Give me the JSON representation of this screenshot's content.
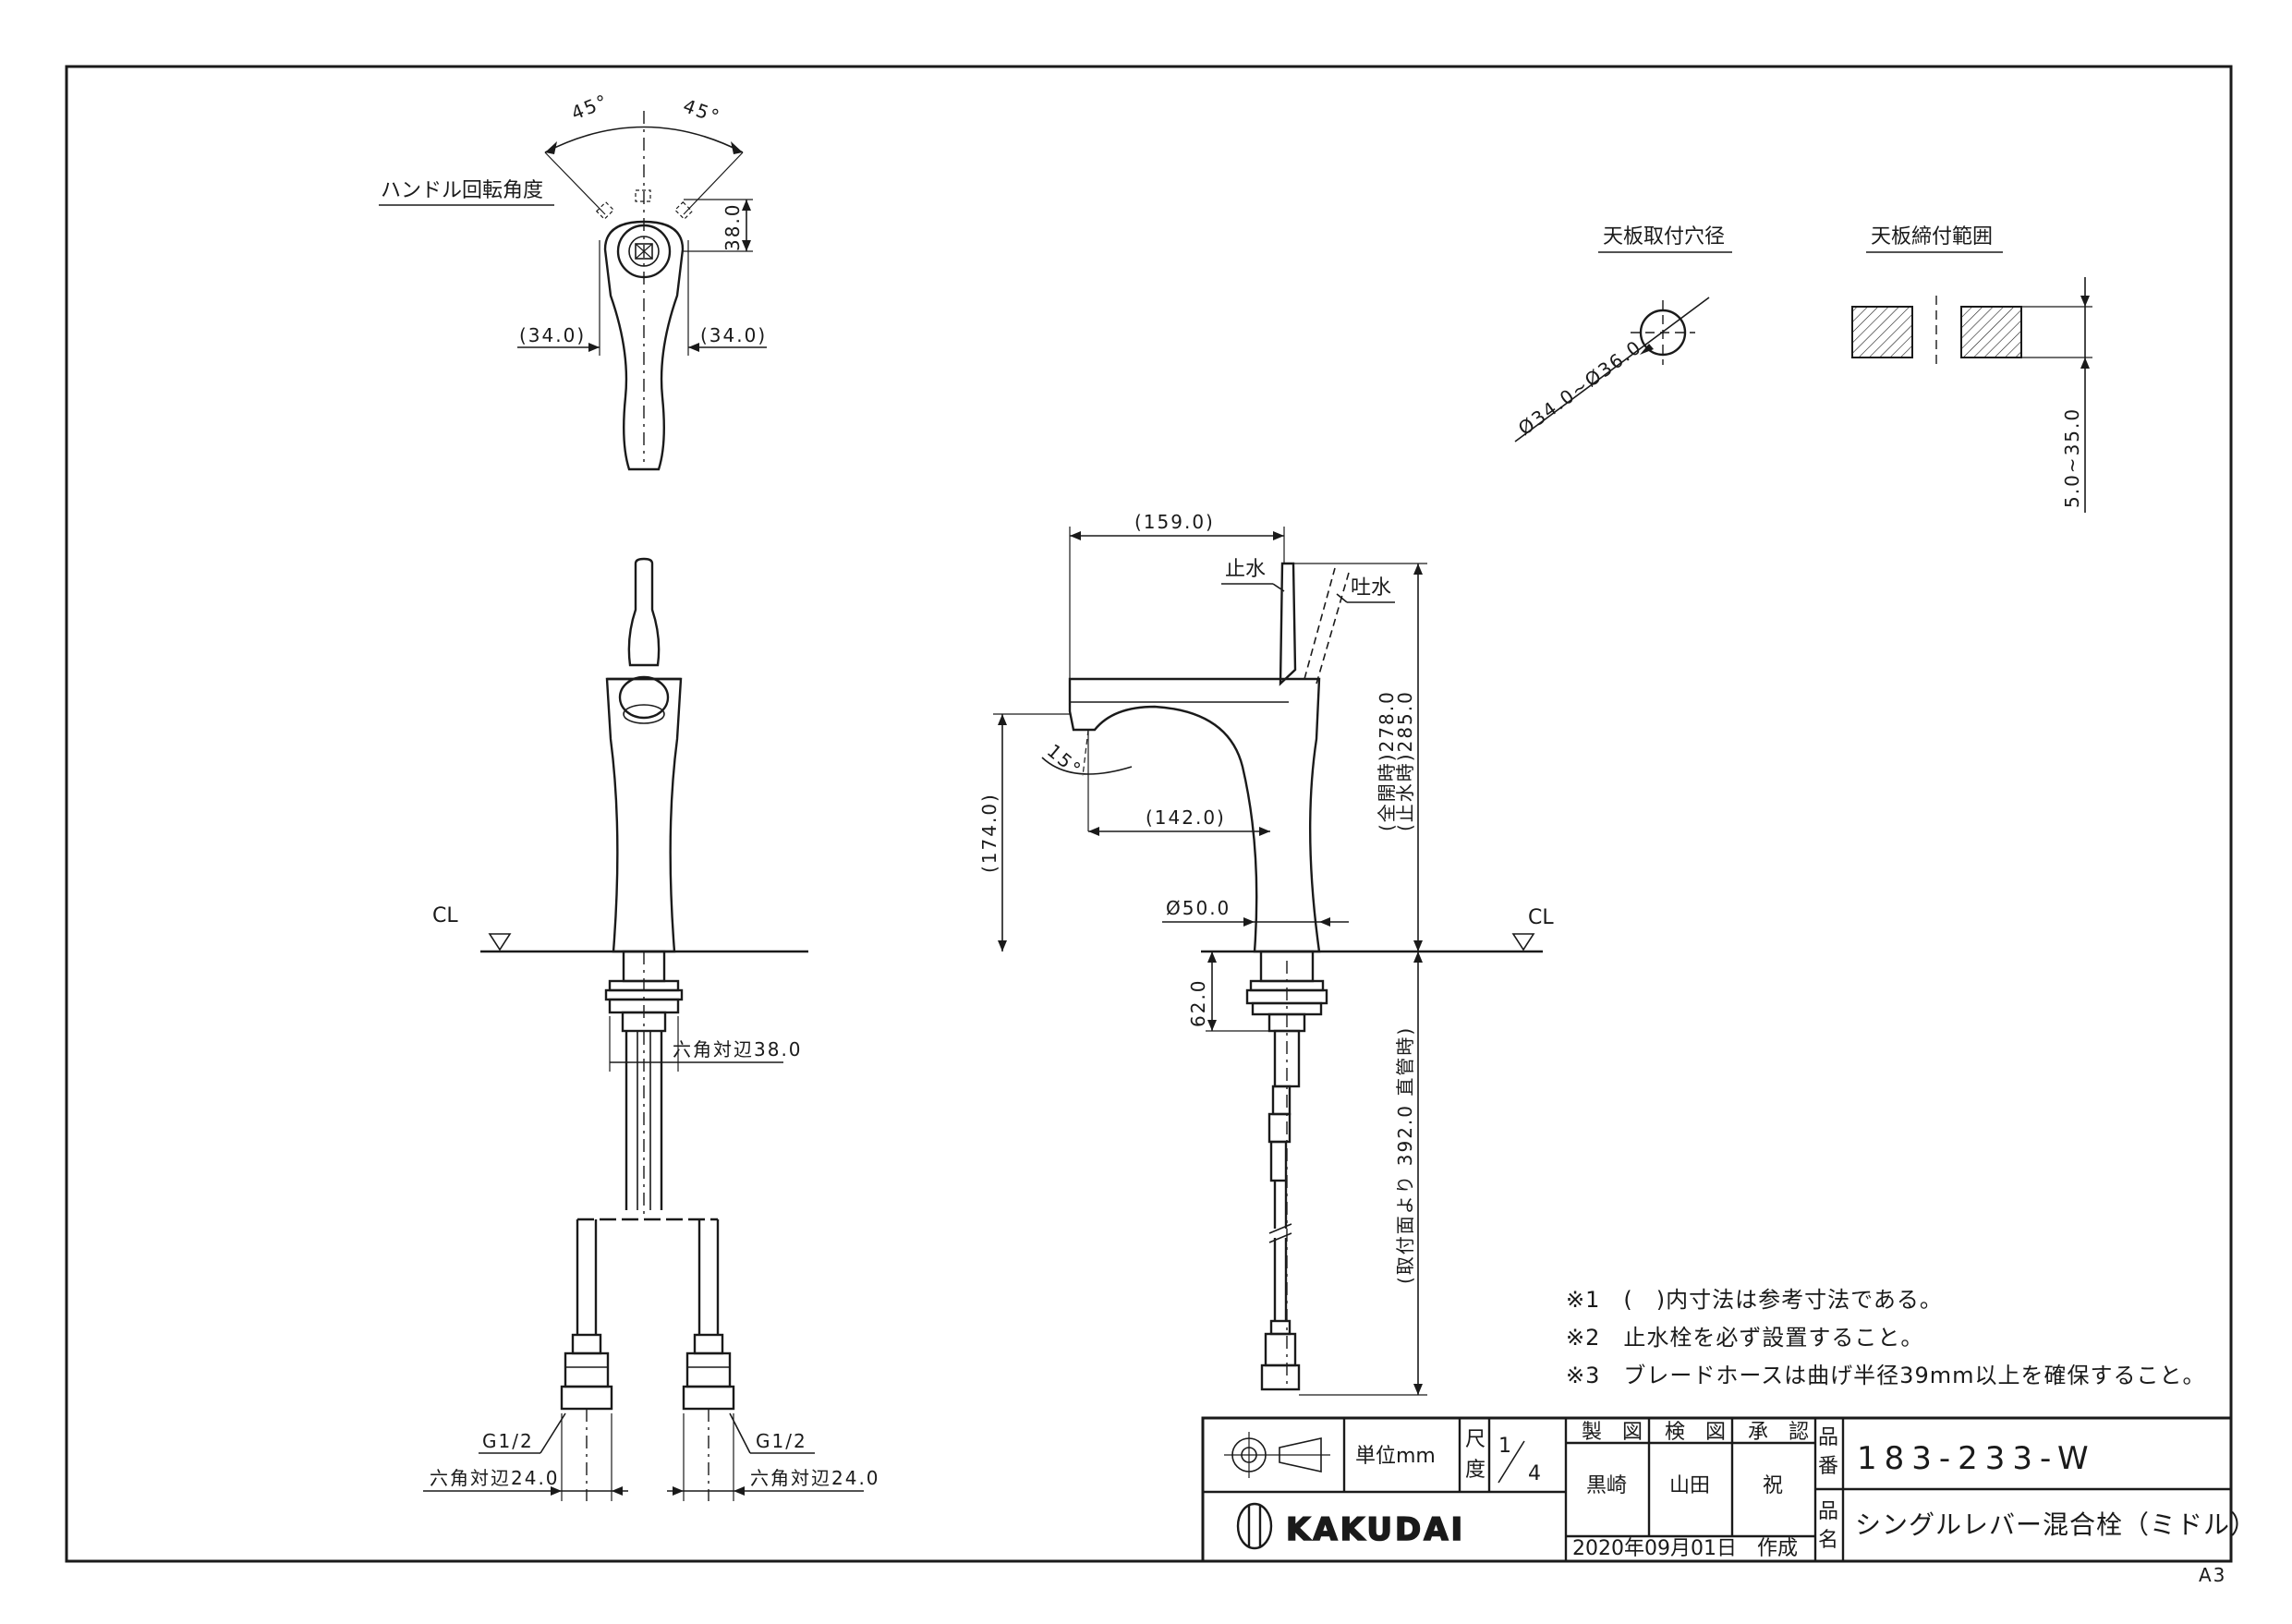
{
  "handle_view": {
    "angle_left": "45°",
    "angle_right": "45°",
    "label": "ハンドル回転角度",
    "dim_38": "38.0",
    "dim_left": "(34.0)",
    "dim_right": "(34.0)"
  },
  "front_view": {
    "cl": "CL",
    "hex_38": "六角対辺38.0",
    "g_left": "G1/2",
    "g_right": "G1/2",
    "hex_24_left": "六角対辺24.0",
    "hex_24_right": "六角対辺24.0"
  },
  "side_view": {
    "dim_159": "(159.0)",
    "stop_water": "止水",
    "spout_water": "吐水",
    "angle_15": "15°",
    "dim_142": "(142.0)",
    "dim_174": "(174.0)",
    "height_open": "(全開時)278.0",
    "height_stop": "(止水時)285.0",
    "dia_50": "Ø50.0",
    "cl": "CL",
    "dim_62": "62.0",
    "hose_length": "(取付面より 392.0 直管時)"
  },
  "detail": {
    "hole_title": "天板取付穴径",
    "hole_dim": "Ø34.0~Ø36.0",
    "clamp_title": "天板締付範囲",
    "clamp_dim": "5.0~35.0"
  },
  "notes": [
    "※1　(　)内寸法は参考寸法である。",
    "※2　止水栓を必ず設置すること。",
    "※3　ブレードホースは曲げ半径39mm以上を確保すること。"
  ],
  "title_block": {
    "unit_label": "単位mm",
    "scale_label_1": "尺",
    "scale_label_2": "度",
    "scale_num": "1",
    "scale_den": "4",
    "roles": [
      "製　図",
      "検　図",
      "承　認"
    ],
    "names": [
      "黒崎",
      "山田",
      "祝"
    ],
    "part_no_label_1": "品",
    "part_no_label_2": "番",
    "part_no": "183-233-W",
    "part_name_label_1": "品",
    "part_name_label_2": "名",
    "part_name": "シングルレバー混合栓（ミドル）",
    "logo": "KAKUDAI",
    "date": "2020年09月01日　作成",
    "sheet_size": "A3"
  }
}
